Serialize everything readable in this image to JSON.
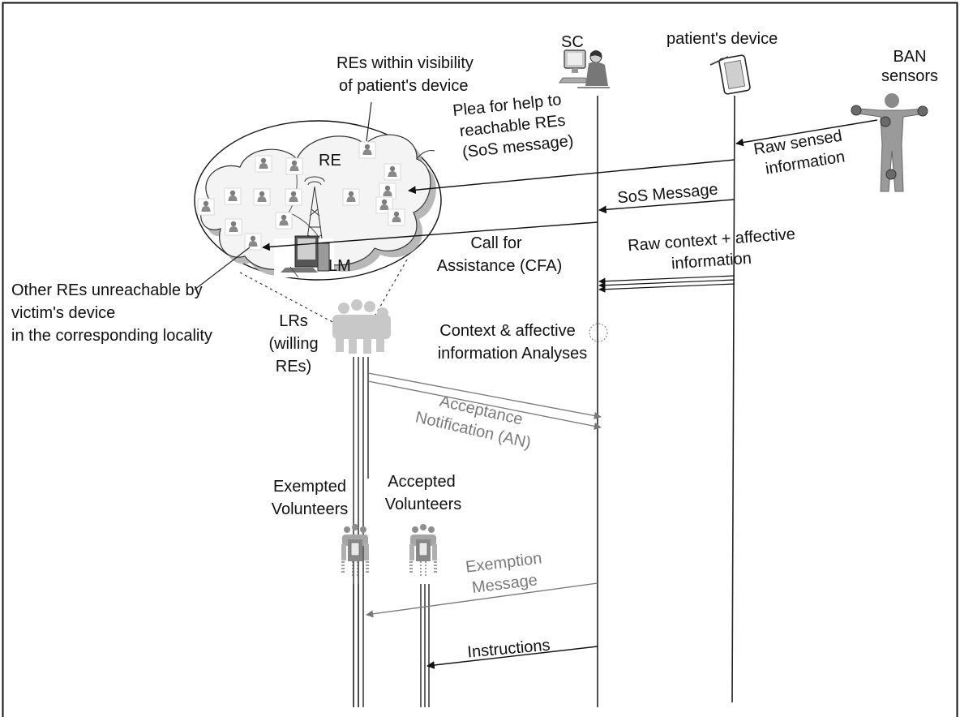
{
  "actors": {
    "sc": "SC",
    "patient_device": "patient's device",
    "ban_sensors": [
      "BAN",
      "sensors"
    ]
  },
  "cloud": {
    "re_label": "RE",
    "lm_label": "LM",
    "visibility_note": [
      "REs within visibility",
      "of patient's device"
    ]
  },
  "notes": {
    "unreachable": [
      "Other REs unreachable by",
      "victim's device",
      "in the corresponding locality"
    ],
    "lrs": [
      "LRs",
      "(willing",
      "REs)"
    ],
    "exempted": [
      "Exempted",
      "Volunteers"
    ],
    "accepted": [
      "Accepted",
      "Volunteers"
    ]
  },
  "messages": {
    "raw_sensed": [
      "Raw sensed",
      "information"
    ],
    "plea": [
      "Plea for help to",
      "reachable REs",
      "(SoS message)"
    ],
    "sos": "SoS Message",
    "cfa": [
      "Call for",
      "Assistance (CFA)"
    ],
    "raw_context": [
      "Raw context + affective",
      "information"
    ],
    "analyses": [
      "Context & affective",
      "information Analyses"
    ],
    "acceptance": [
      "Acceptance",
      "Notification (AN)"
    ],
    "exemption": [
      "Exemption",
      "Message"
    ],
    "instructions": "Instructions"
  },
  "colors": {
    "ink": "#111111",
    "gray_message": "#7a7a7a",
    "cloud_fill": "#f4f4f4",
    "cloud_shadow": "#b5b5b5",
    "people_gray": "#c8c8c8"
  }
}
